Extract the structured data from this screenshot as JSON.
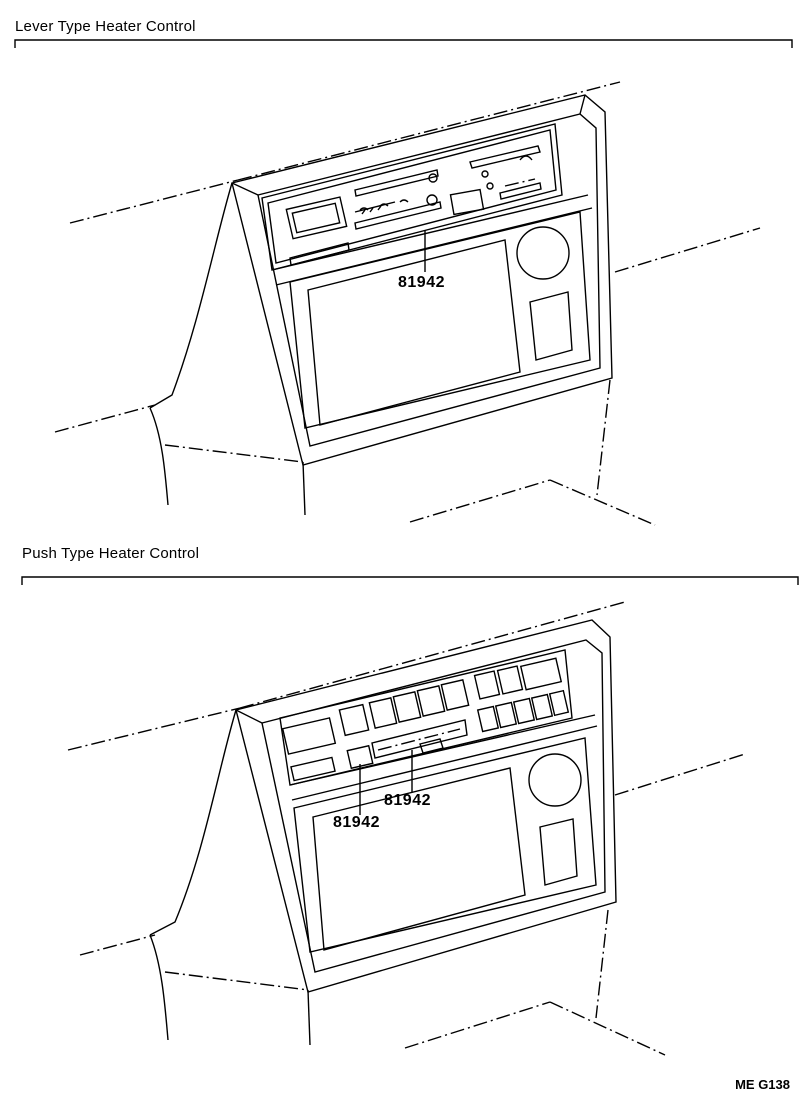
{
  "sections": {
    "lever": {
      "title": "Lever Type Heater Control",
      "part_number": "81942"
    },
    "push": {
      "title": "Push Type Heater Control",
      "part_number_a": "81942",
      "part_number_b": "81942"
    }
  },
  "figure_code": "ME G138"
}
